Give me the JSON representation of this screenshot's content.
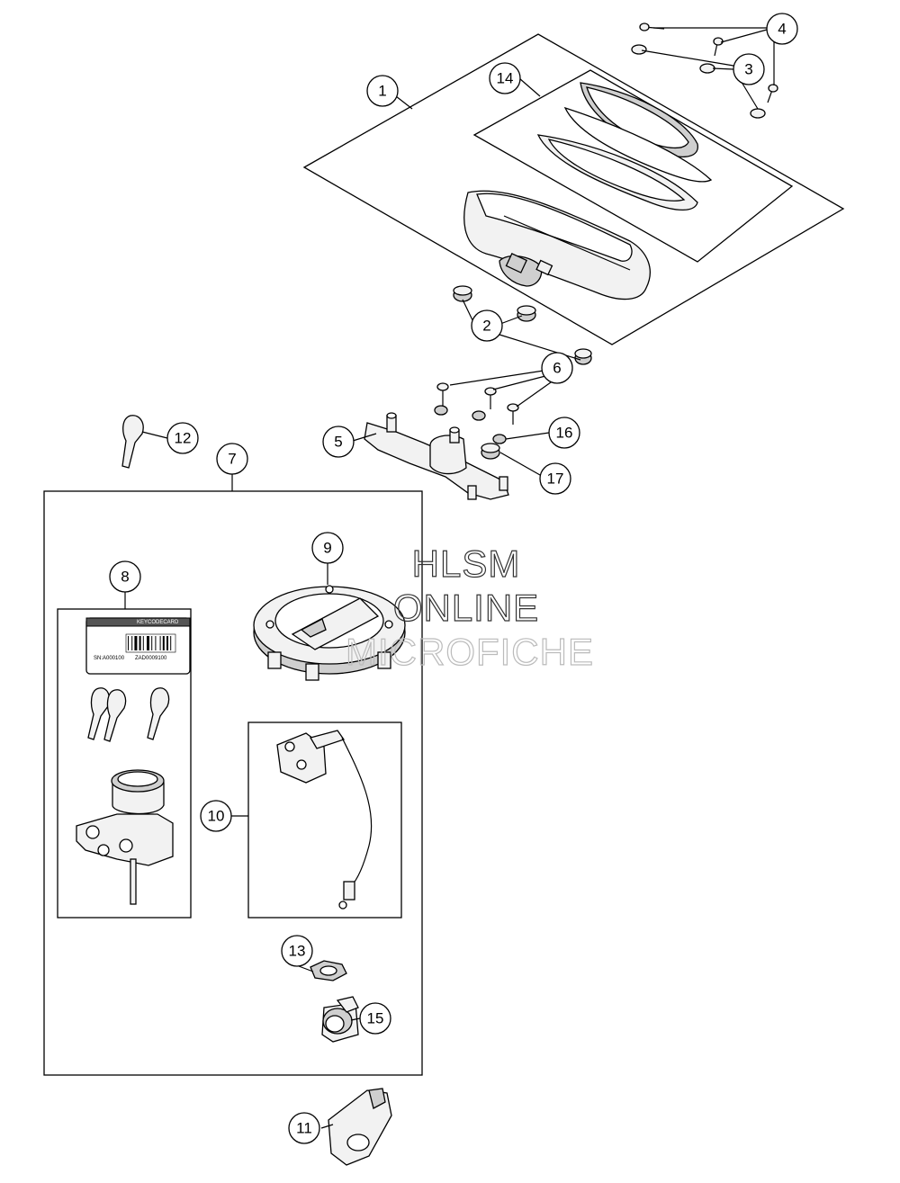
{
  "callouts": [
    {
      "id": "1",
      "label": "1"
    },
    {
      "id": "2",
      "label": "2"
    },
    {
      "id": "3",
      "label": "3"
    },
    {
      "id": "4",
      "label": "4"
    },
    {
      "id": "5",
      "label": "5"
    },
    {
      "id": "6",
      "label": "6"
    },
    {
      "id": "7",
      "label": "7"
    },
    {
      "id": "8",
      "label": "8"
    },
    {
      "id": "9",
      "label": "9"
    },
    {
      "id": "10",
      "label": "10"
    },
    {
      "id": "11",
      "label": "11"
    },
    {
      "id": "12",
      "label": "12"
    },
    {
      "id": "13",
      "label": "13"
    },
    {
      "id": "14",
      "label": "14"
    },
    {
      "id": "15",
      "label": "15"
    },
    {
      "id": "16",
      "label": "16"
    },
    {
      "id": "17",
      "label": "17"
    }
  ],
  "watermark": {
    "line1": "HLSM",
    "line2": "ONLINE",
    "line3": "MICROFICHE"
  },
  "keycode_card": {
    "title": "KEYCODECARD",
    "barcode_number": "ZAD0009100",
    "sn_label": "SN:A000100"
  }
}
